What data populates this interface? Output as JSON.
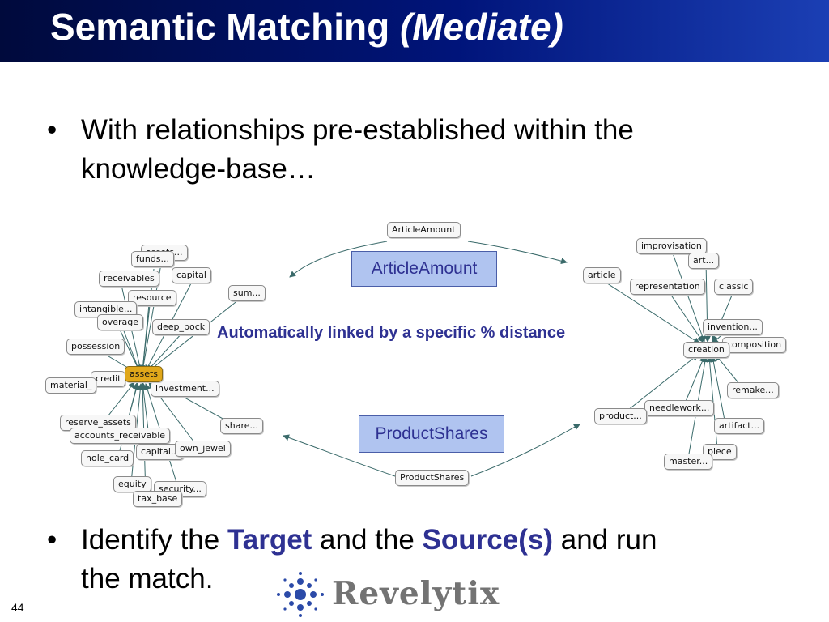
{
  "slide": {
    "title_main": "Semantic Matching ",
    "title_italic": "(Mediate)",
    "number": "44"
  },
  "bullets": {
    "first": {
      "symbol": "•",
      "line1": "With relationships pre-established within the",
      "line2": "knowledge-base…"
    },
    "second": {
      "symbol": "•",
      "part1": "Identify the ",
      "target": "Target",
      "part2": " and the ",
      "source": "Source(s)",
      "part3": " and run",
      "line2": "the match."
    }
  },
  "diagram": {
    "callout_top": "ArticleAmount",
    "callout_bottom": "ProductShares",
    "link_label": "Automatically linked by a specific % distance",
    "top_node": "ArticleAmount",
    "bottom_node": "ProductShares",
    "left_cluster": {
      "hub": "assets",
      "nodes": [
        "assets...",
        "funds...",
        "receivables",
        "capital",
        "resource",
        "sum...",
        "intangible...",
        "overage",
        "deep_pock",
        "possession",
        "credit",
        "material_",
        "investment...",
        "reserve_assets",
        "accounts_receivable",
        "share...",
        "capital...",
        "own_jewel",
        "hole_card",
        "equity",
        "security...",
        "tax_base"
      ]
    },
    "right_cluster": {
      "hub": "creation",
      "nodes": [
        "improvisation",
        "art...",
        "article",
        "representation",
        "classic",
        "invention...",
        "composition",
        "remake...",
        "needlework...",
        "product...",
        "artifact...",
        "piece",
        "master..."
      ]
    }
  },
  "logo": {
    "text": "Revelytix",
    "color": "#2b4aa8"
  },
  "colors": {
    "title_bar": "#00147a",
    "accent": "#2e3192",
    "callout_fill": "#b0c4f0",
    "hub_fill": "#e0a71a"
  }
}
